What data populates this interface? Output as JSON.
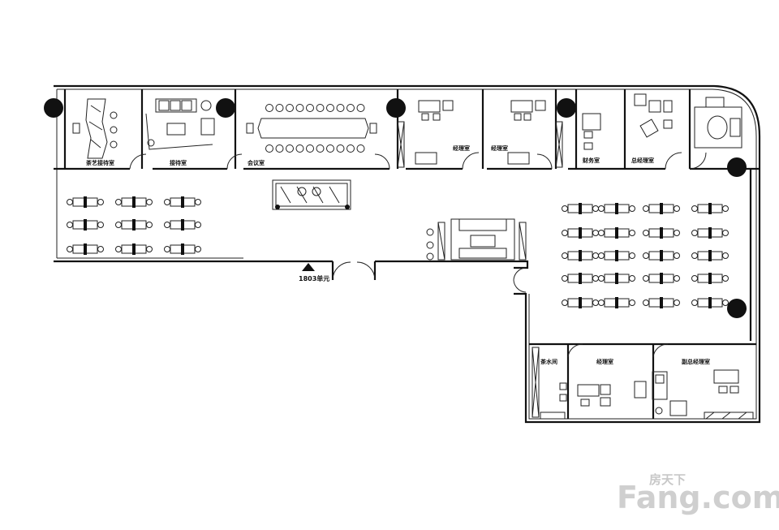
{
  "plan": {
    "rooms": [
      {
        "key": "tea",
        "label": "茶艺接待室"
      },
      {
        "key": "reception",
        "label": "接待室"
      },
      {
        "key": "meeting",
        "label": "会议室"
      },
      {
        "key": "mgr1",
        "label": "经理室"
      },
      {
        "key": "mgr2",
        "label": "经理室"
      },
      {
        "key": "finance",
        "label": "财务室"
      },
      {
        "key": "gm",
        "label": "总经理室"
      },
      {
        "key": "pantry",
        "label": "茶水间"
      },
      {
        "key": "mgr3",
        "label": "经理室"
      },
      {
        "key": "vgm",
        "label": "副总经理室"
      }
    ],
    "entry_label": "1803单元"
  },
  "watermark": {
    "cn": "房天下",
    "en": "Fang.com"
  },
  "colors": {
    "line": "#111111",
    "background": "#ffffff",
    "watermark": "#cccccc"
  }
}
